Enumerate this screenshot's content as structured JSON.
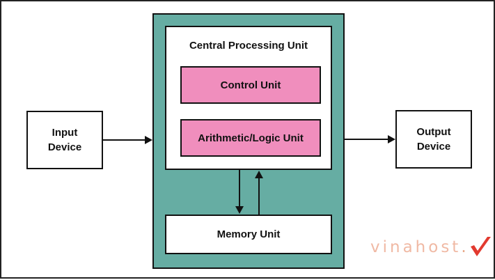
{
  "colors": {
    "processor_fill": "#66ada3",
    "unit_fill": "#f08ebd",
    "border": "#111111",
    "watermark": "#f0b9a4",
    "watermark_check": "#e23a2f"
  },
  "input_device": {
    "line1": "Input",
    "line2": "Device"
  },
  "output_device": {
    "line1": "Output",
    "line2": "Device"
  },
  "cpu": {
    "title": "Central Processing Unit",
    "control_unit": "Control Unit",
    "alu": "Arithmetic/Logic Unit"
  },
  "memory_unit": {
    "label": "Memory Unit"
  },
  "watermark": {
    "text": "vinahost",
    "icon": "checkmark-icon"
  }
}
